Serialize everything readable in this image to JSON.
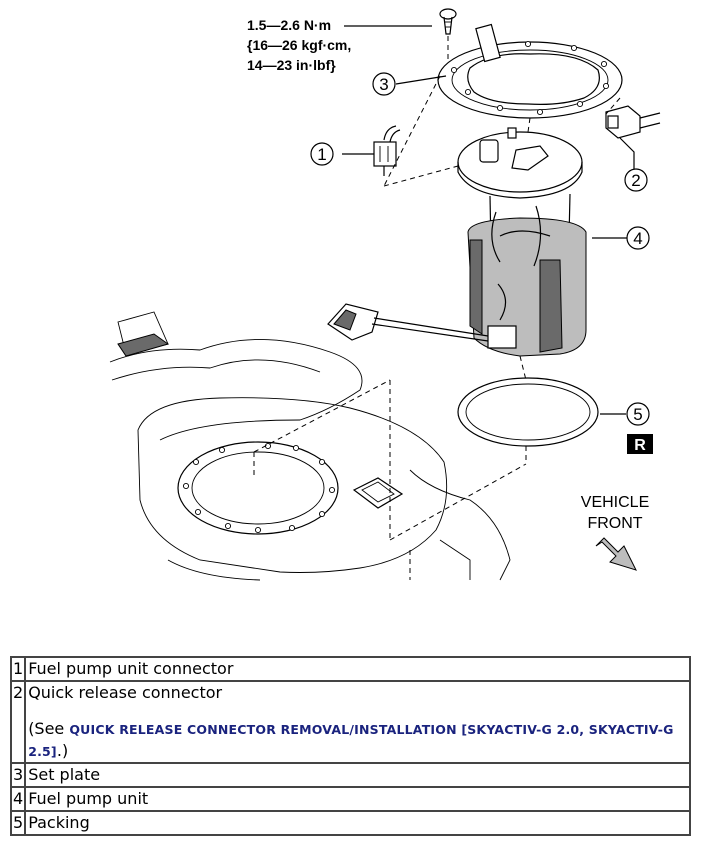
{
  "diagram": {
    "torque_spec": {
      "line1": "1.5—2.6 N·m",
      "line2": "{16—26 kgf·cm,",
      "line3": "14—23 in·lbf}"
    },
    "callouts": [
      "1",
      "2",
      "3",
      "4",
      "5"
    ],
    "badge": "R",
    "direction_label": {
      "line1": "VEHICLE",
      "line2": "FRONT"
    }
  },
  "legend": {
    "rows": [
      {
        "number": "1",
        "label": "Fuel pump unit connector"
      },
      {
        "number": "2",
        "label": "Quick release connector",
        "note_prefix": "(See ",
        "note_link": "QUICK RELEASE CONNECTOR REMOVAL/INSTALLATION [SKYACTIV-G 2.0, SKYACTIV-G 2.5]",
        "note_suffix": ".)"
      },
      {
        "number": "3",
        "label": "Set plate"
      },
      {
        "number": "4",
        "label": "Fuel pump unit"
      },
      {
        "number": "5",
        "label": "Packing"
      }
    ]
  }
}
